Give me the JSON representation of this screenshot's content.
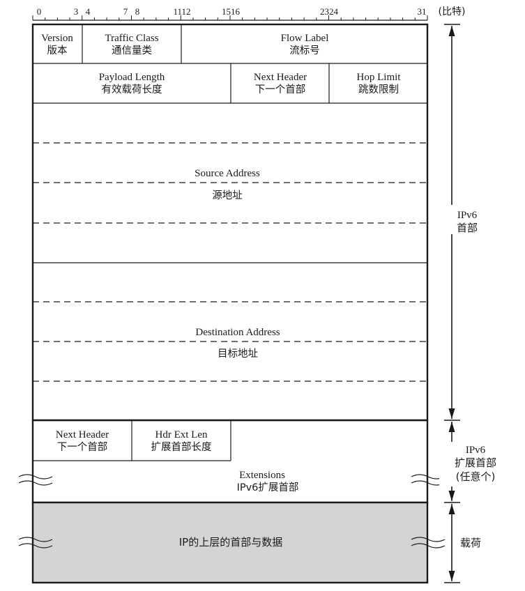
{
  "ruler": {
    "ticks": [
      "0",
      "3",
      "4",
      "7",
      "8",
      "1112",
      "1516",
      "2324",
      "31"
    ],
    "unit": "(比特)"
  },
  "header": {
    "row1": [
      {
        "en": "Version",
        "zh": "版本"
      },
      {
        "en": "Traffic Class",
        "zh": "通信量类"
      },
      {
        "en": "Flow Label",
        "zh": "流标号"
      }
    ],
    "row2": [
      {
        "en": "Payload Length",
        "zh": "有效载荷长度"
      },
      {
        "en": "Next Header",
        "zh": "下一个首部"
      },
      {
        "en": "Hop Limit",
        "zh": "跳数限制"
      }
    ],
    "source": {
      "en": "Source Address",
      "zh": "源地址"
    },
    "destination": {
      "en": "Destination Address",
      "zh": "目标地址"
    }
  },
  "extension": {
    "next_header": {
      "en": "Next Header",
      "zh": "下一个首部"
    },
    "hdr_ext_len": {
      "en": "Hdr Ext Len",
      "zh": "扩展首部长度"
    },
    "extensions": {
      "en": "Extensions",
      "zh": "IPv6扩展首部"
    }
  },
  "payload": {
    "zh": "IP的上层的首部与数据"
  },
  "side": {
    "header": {
      "line1": "IPv6",
      "line2": "首部"
    },
    "ext": {
      "line1": "IPv6",
      "line2": "扩展首部",
      "line3": "(任意个)"
    },
    "payload": {
      "line1": "载荷"
    }
  },
  "colors": {
    "line": "#1a1a1a",
    "payload_fill": "#d4d4d4",
    "background": "#ffffff"
  }
}
